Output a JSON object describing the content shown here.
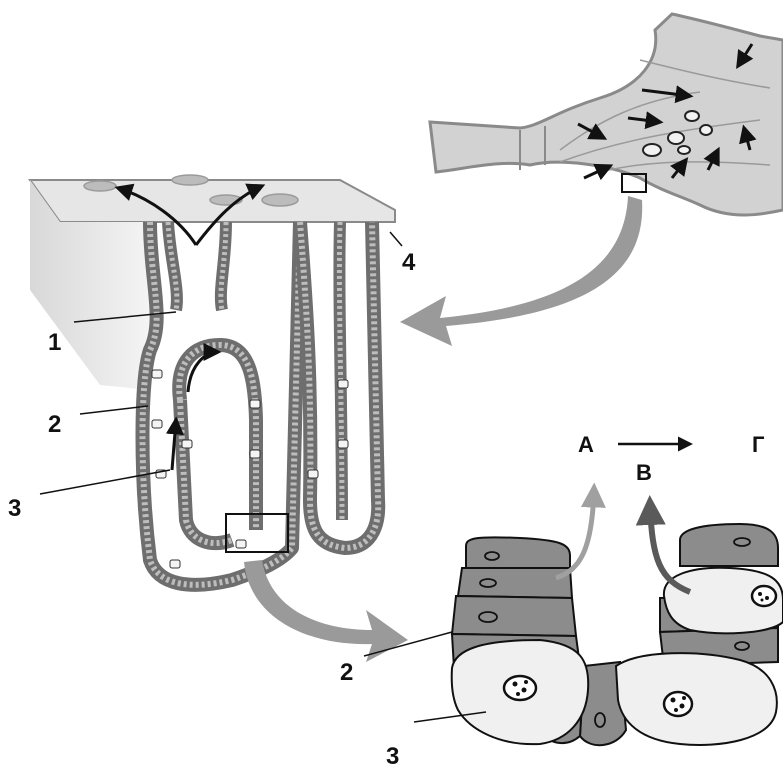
{
  "labels": {
    "l1": "1",
    "l2_gland": "2",
    "l3_gland": "3",
    "l4": "4",
    "l2_cells": "2",
    "l3_cells": "3",
    "a": "A",
    "b": "B",
    "g": "Г"
  },
  "colors": {
    "background": "#ffffff",
    "stomach_wall": "#d2d2d2",
    "stomach_outline": "#8a8a8a",
    "mucosa_surface": "#e4e4e4",
    "epithelium_dark": "#6e6e6e",
    "epithelium_light": "#bdbdbd",
    "lumen": "#cfcfcf",
    "big_arrow": "#9a9a9a",
    "chief_cell": "#8c8c8c",
    "parietal_cell": "#f0f0f0",
    "arrow_a": "#a0a0a0",
    "arrow_b": "#5a5a5a",
    "line": "#222222"
  }
}
